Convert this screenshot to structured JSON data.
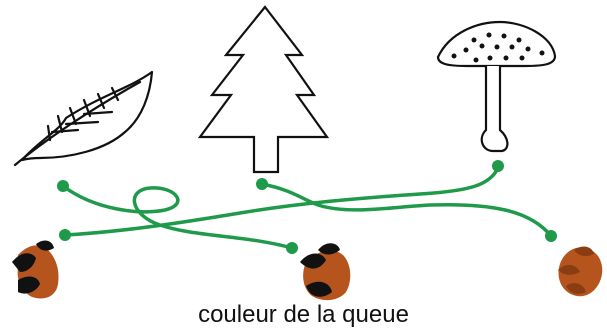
{
  "caption": "couleur de la queue",
  "colors": {
    "line": "#1f9a4a",
    "outline": "#111111",
    "tail_brown": "#b5551d",
    "tail_dark": "#111111"
  },
  "pictures": [
    "leaf-icon",
    "fir-tree-icon",
    "mushroom-icon"
  ],
  "tails": [
    "tail-brown-black-left",
    "tail-brown-black-middle",
    "tail-brown-right"
  ]
}
